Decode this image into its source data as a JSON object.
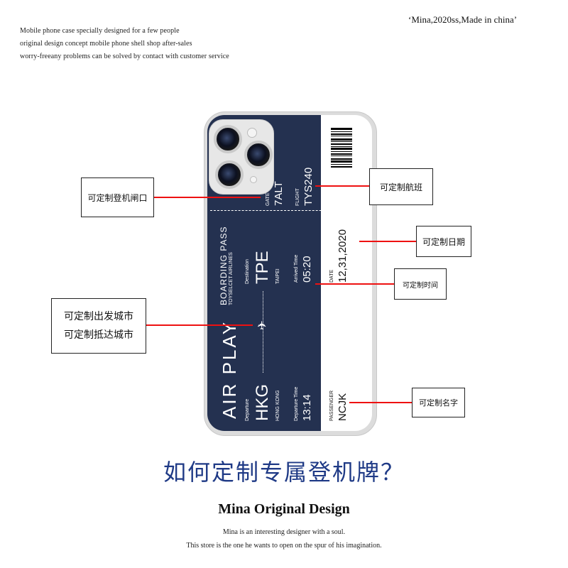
{
  "header": {
    "taglines": [
      "Mobile phone case specially designed for a few people",
      "original design concept mobile phone shell shop after-sales",
      "worry-freeany problems can be solved by contact with customer service"
    ],
    "brand": "‘Mina,2020ss,Made in china’"
  },
  "ticket": {
    "title": "AIR PLAY",
    "pass_label": "BOARDING PASS",
    "airline": "TOYSELCET AIRLINES",
    "departure_label": "Departure",
    "departure_code": "HKG",
    "departure_city": "HONG KONG",
    "departure_time_label": "Departure Time",
    "departure_time": "13:14",
    "destination_label": "Destination",
    "destination_code": "TPE",
    "destination_city": "TAIPEI",
    "arrived_time_label": "Arrived Time",
    "arrived_time": "05:20",
    "gate_label": "GATE",
    "gate": "7ALT",
    "flight_label": "FLIGHT",
    "flight": "TYS240",
    "date_label": "DATE",
    "date": "12,31,2020",
    "passenger_label": "PASSENGER",
    "passenger": "NCJK",
    "plane_icon": "✈"
  },
  "annotations": {
    "gate": "可定制登机闸口",
    "flight": "可定制航班",
    "date": "可定制日期",
    "time": "可定制时间",
    "city_out": "可定制出发城市",
    "city_in": "可定制抵达城市",
    "name": "可定制名字"
  },
  "footer": {
    "title": "如何定制专属登机牌？",
    "subtitle": "Mina Original Design",
    "line1": "Mina is an interesting designer with a soul.",
    "line2": "This store is the one he wants to open on the spur of his imagination."
  },
  "colors": {
    "ticket_navy": "#243150",
    "accent_red": "#e11111",
    "title_blue": "#1f3a86"
  }
}
